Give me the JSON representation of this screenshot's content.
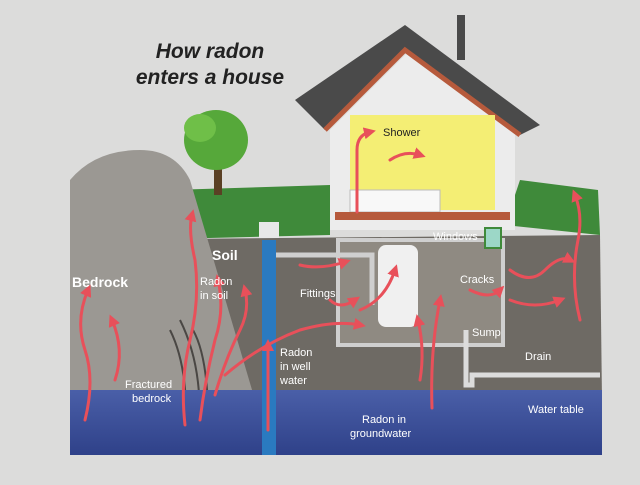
{
  "title": {
    "line1": "How radon",
    "line2": "enters a house"
  },
  "labels": {
    "shower": "Shower",
    "windows": "Windows",
    "soil": "Soil",
    "bedrock": "Bedrock",
    "radon_in_soil_1": "Radon",
    "radon_in_soil_2": "in soil",
    "fittings": "Fittings",
    "cracks": "Cracks",
    "sump": "Sump",
    "drain": "Drain",
    "well_1": "Radon",
    "well_2": "in well",
    "well_3": "water",
    "fractured_1": "Fractured",
    "fractured_2": "bedrock",
    "water_table": "Water table",
    "groundwater_1": "Radon in",
    "groundwater_2": "groundwater"
  },
  "colors": {
    "arrow": "#e8505a",
    "soil": "#6e6a64",
    "groundwater": "#3b4f99",
    "grass": "#3f8a3a",
    "roof": "#4a4a4a",
    "room": "#f4ee74"
  }
}
